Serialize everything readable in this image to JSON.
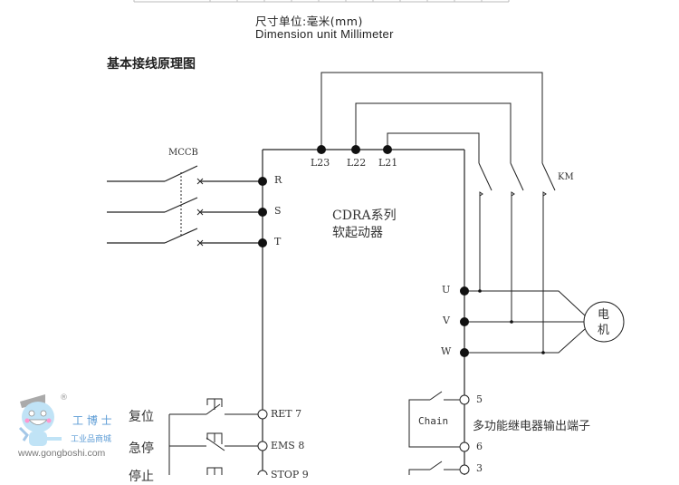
{
  "header": {
    "dimension_unit_cn": "尺寸单位:毫米(mm)",
    "dimension_unit_en": "Dimension unit Millimeter"
  },
  "section_title": "基本接线原理图",
  "diagram": {
    "breaker_label": "MCCB",
    "contactor_label": "KM",
    "input_terminals": [
      "R",
      "S",
      "T"
    ],
    "bypass_terminals": [
      "L23",
      "L22",
      "L21"
    ],
    "output_terminals": [
      "U",
      "V",
      "W"
    ],
    "device_name_line1": "CDRA系列",
    "device_name_line2": "软起动器",
    "motor_label_line1": "电",
    "motor_label_line2": "机",
    "control_inputs": [
      {
        "function": "复位",
        "terminal": "RET 7"
      },
      {
        "function": "急停",
        "terminal": "EMS 8"
      },
      {
        "function": "停止",
        "terminal": "STOP 9"
      }
    ],
    "relay_terminals": [
      "5",
      "6",
      "3"
    ],
    "relay_chain_label": "Chain",
    "relay_output_label": "多功能继电器输出端子"
  },
  "watermark": {
    "brand": "工 博 士",
    "subtitle": "工业品商城",
    "url": "www.gongboshi.com",
    "registered": "®"
  }
}
